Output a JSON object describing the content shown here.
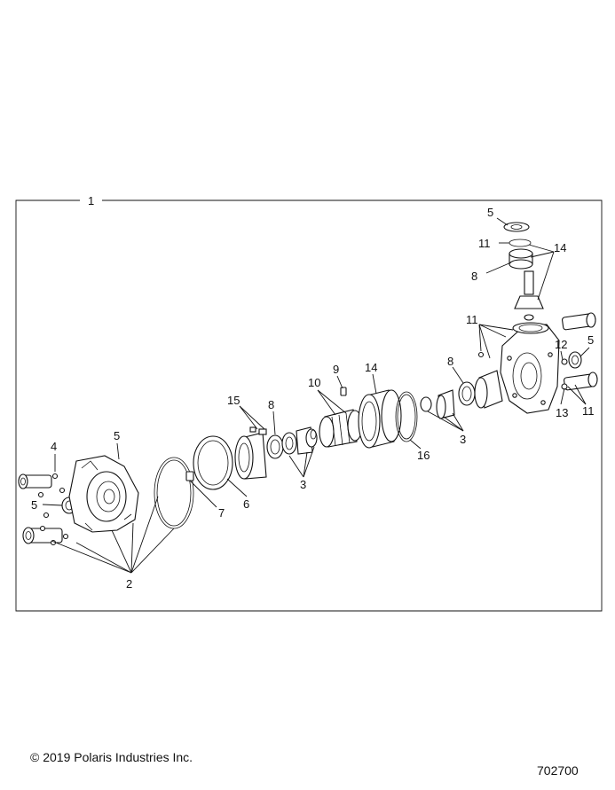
{
  "diagram": {
    "assembly_callout": "1",
    "callouts": {
      "c2": "2",
      "c3a": "3",
      "c3b": "3",
      "c4": "4",
      "c5a": "5",
      "c5b": "5",
      "c5c": "5",
      "c5d": "5",
      "c6": "6",
      "c7": "7",
      "c8a": "8",
      "c8b": "8",
      "c8c": "8",
      "c9": "9",
      "c10": "10",
      "c11a": "11",
      "c11b": "11",
      "c11c": "11",
      "c12": "12",
      "c13": "13",
      "c14a": "14",
      "c14b": "14",
      "c15": "15",
      "c16": "16"
    }
  },
  "footer": {
    "copyright": "© 2019 Polaris Industries Inc.",
    "document_number": "702700"
  }
}
